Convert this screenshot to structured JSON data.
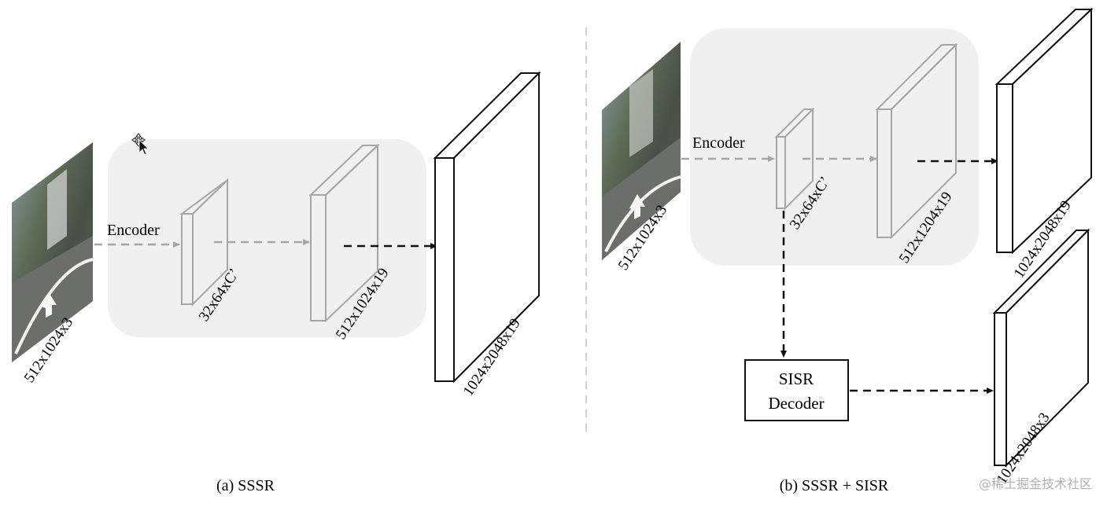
{
  "panel_a": {
    "caption": "(a) SSSR",
    "encoder_label": "Encoder",
    "input_size": "512x1024x3",
    "feature_size": "32x64xC’",
    "logits_size": "512x1024x19",
    "output_size": "1024x2048x19"
  },
  "panel_b": {
    "caption": "(b) SSSR + SISR",
    "encoder_label": "Encoder",
    "input_size": "512x1024x3",
    "feature_size": "32x64xC’",
    "logits_size": "512x1204x19",
    "output_seg_size": "1024x2048x19",
    "decoder_line1": "SISR",
    "decoder_line2": "Decoder",
    "output_sr_size": "1024x2048x3"
  },
  "watermark": "@稀土掘金技术社区",
  "colors": {
    "region_fill": "#f0f0f0",
    "light_stroke": "#a6a6a6",
    "dark_stroke": "#111111",
    "divider": "#d0d0d0"
  }
}
